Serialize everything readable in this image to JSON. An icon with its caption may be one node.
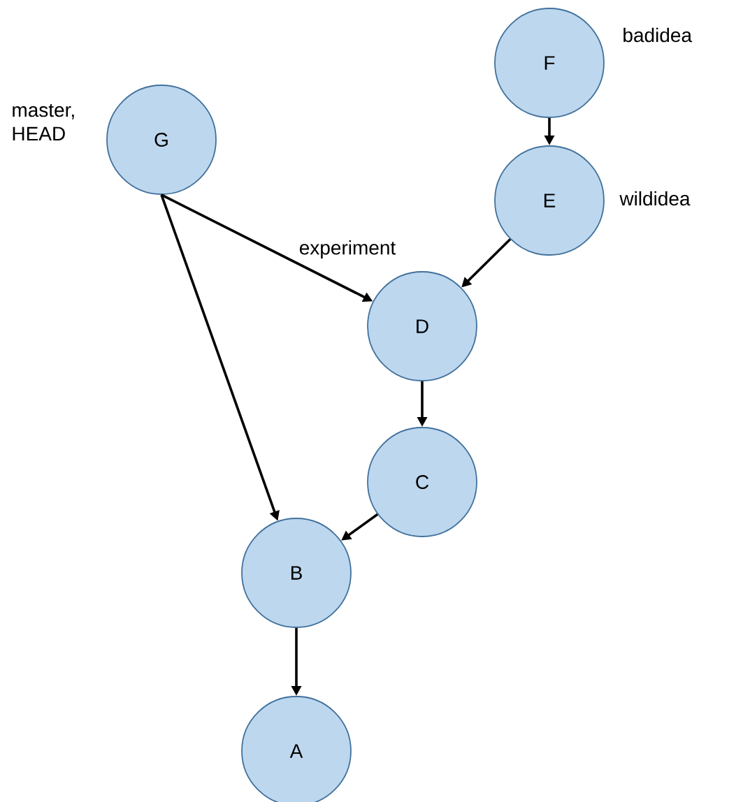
{
  "diagram": {
    "nodes": [
      {
        "text": [
          "F"
        ],
        "beside": [
          "badidea"
        ]
      },
      {
        "text": [
          "G"
        ],
        "beside": [
          "master, HEAD"
        ]
      },
      {
        "text": [
          "E"
        ],
        "beside": [
          "wildidea"
        ]
      },
      {
        "text": [
          "D"
        ],
        "beside": [
          "experiment"
        ]
      },
      {
        "text": [
          "C"
        ]
      },
      {
        "text": [
          "B"
        ]
      },
      {
        "text": [
          "A"
        ]
      }
    ],
    "edges": [
      {
        "from": 0,
        "to": 2,
        "arrow": "to"
      },
      {
        "from": 2,
        "to": 3,
        "arrow": "to"
      },
      {
        "from": 1,
        "to": 3,
        "arrow": "to"
      },
      {
        "from": 1,
        "to": 5,
        "arrow": "to"
      },
      {
        "from": 3,
        "to": 4,
        "arrow": "to"
      },
      {
        "from": 4,
        "to": 5,
        "arrow": "to"
      },
      {
        "from": 5,
        "to": 6,
        "arrow": "to"
      }
    ]
  }
}
